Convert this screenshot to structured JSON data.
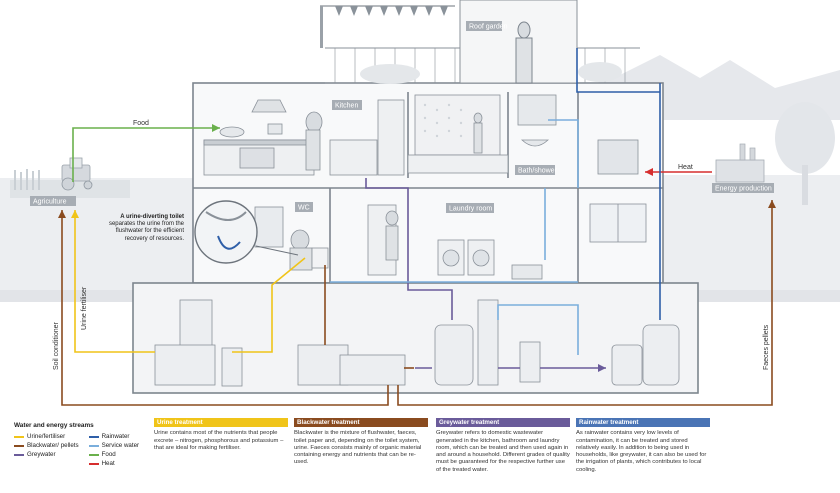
{
  "labels": {
    "roof_garden": "Roof garden",
    "kitchen": "Kitchen",
    "bath_shower": "Bath/shower",
    "wc": "WC",
    "laundry_room": "Laundry room",
    "agriculture": "Agriculture",
    "energy_production": "Energy production",
    "food": "Food",
    "heat": "Heat",
    "urine_fertiliser": "Urine fertiliser",
    "soil_conditioner": "Soil conditioner",
    "faeces_pellets": "Faeces pellets"
  },
  "note": {
    "bold": "A urine-diverting toilet",
    "text": " separates the urine from the flushwater for the efficient recovery of resources."
  },
  "legend": {
    "title": "Water and energy streams",
    "items": [
      {
        "label": "Urine/fertiliser",
        "color": "#f0c419"
      },
      {
        "label": "Blackwater/ pellets",
        "color": "#8a4b1f"
      },
      {
        "label": "Greywater",
        "color": "#6a5b9a"
      },
      {
        "label": "Rainwater",
        "color": "#2f5fa8"
      },
      {
        "label": "Service water",
        "color": "#7aaedc"
      },
      {
        "label": "Food",
        "color": "#6ab04c"
      },
      {
        "label": "Heat",
        "color": "#d62e2e"
      }
    ]
  },
  "treatments": [
    {
      "title": "Urine treatment",
      "color": "#f0c419",
      "text": "Urine contains most of the nutrients that people excrete – nitrogen, phosphorous and potassium – that are ideal for making fertiliser."
    },
    {
      "title": "Blackwater treatment",
      "color": "#8a4b1f",
      "text": "Blackwater is the mixture of flushwater, faeces, toilet paper and, depending on the toilet system, urine. Faeces consists mainly of organic material containing energy and nutrients that can be re-used."
    },
    {
      "title": "Greywater treatment",
      "color": "#6a5b9a",
      "text": "Greywater refers to domestic wastewater generated in the kitchen, bathroom and laundry room, which can be treated and then used again in and around a household. Different grades of quality must be guaranteed for the respective further use of the treated water."
    },
    {
      "title": "Rainwater treatment",
      "color": "#4a74b5",
      "text": "As rainwater contains very low levels of contamination, it can be treated and stored relatively easily. In addition to being used in households, like greywater, it can also be used for the irrigation of plants, which contributes to local cooling."
    }
  ]
}
